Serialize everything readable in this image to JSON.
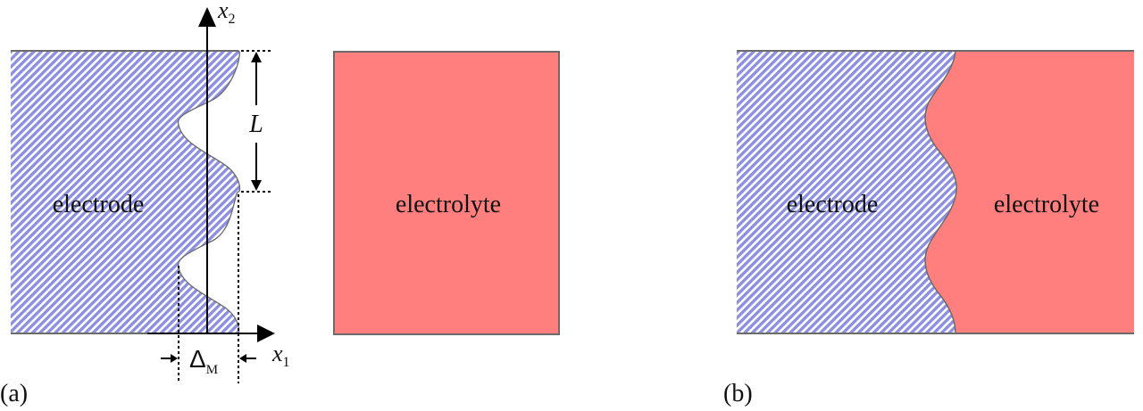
{
  "figure": {
    "panel_a": {
      "label": "(a)",
      "electrode_label": "electrode",
      "electrolyte_label": "electrolyte",
      "axis_x_label": "x",
      "axis_x_sub": "1",
      "axis_y_label": "x",
      "axis_y_sub": "2",
      "period_label": "L",
      "amplitude_label": "Δ",
      "amplitude_sub": "M"
    },
    "panel_b": {
      "label": "(b)",
      "electrode_label": "electrode",
      "electrolyte_label": "electrolyte"
    },
    "colors": {
      "electrode_stripe": "#8d8fe0",
      "electrode_bg": "#ffffff",
      "electrolyte": "#ff7f7f",
      "outline": "#6b6b6b",
      "axis": "#000000"
    }
  }
}
